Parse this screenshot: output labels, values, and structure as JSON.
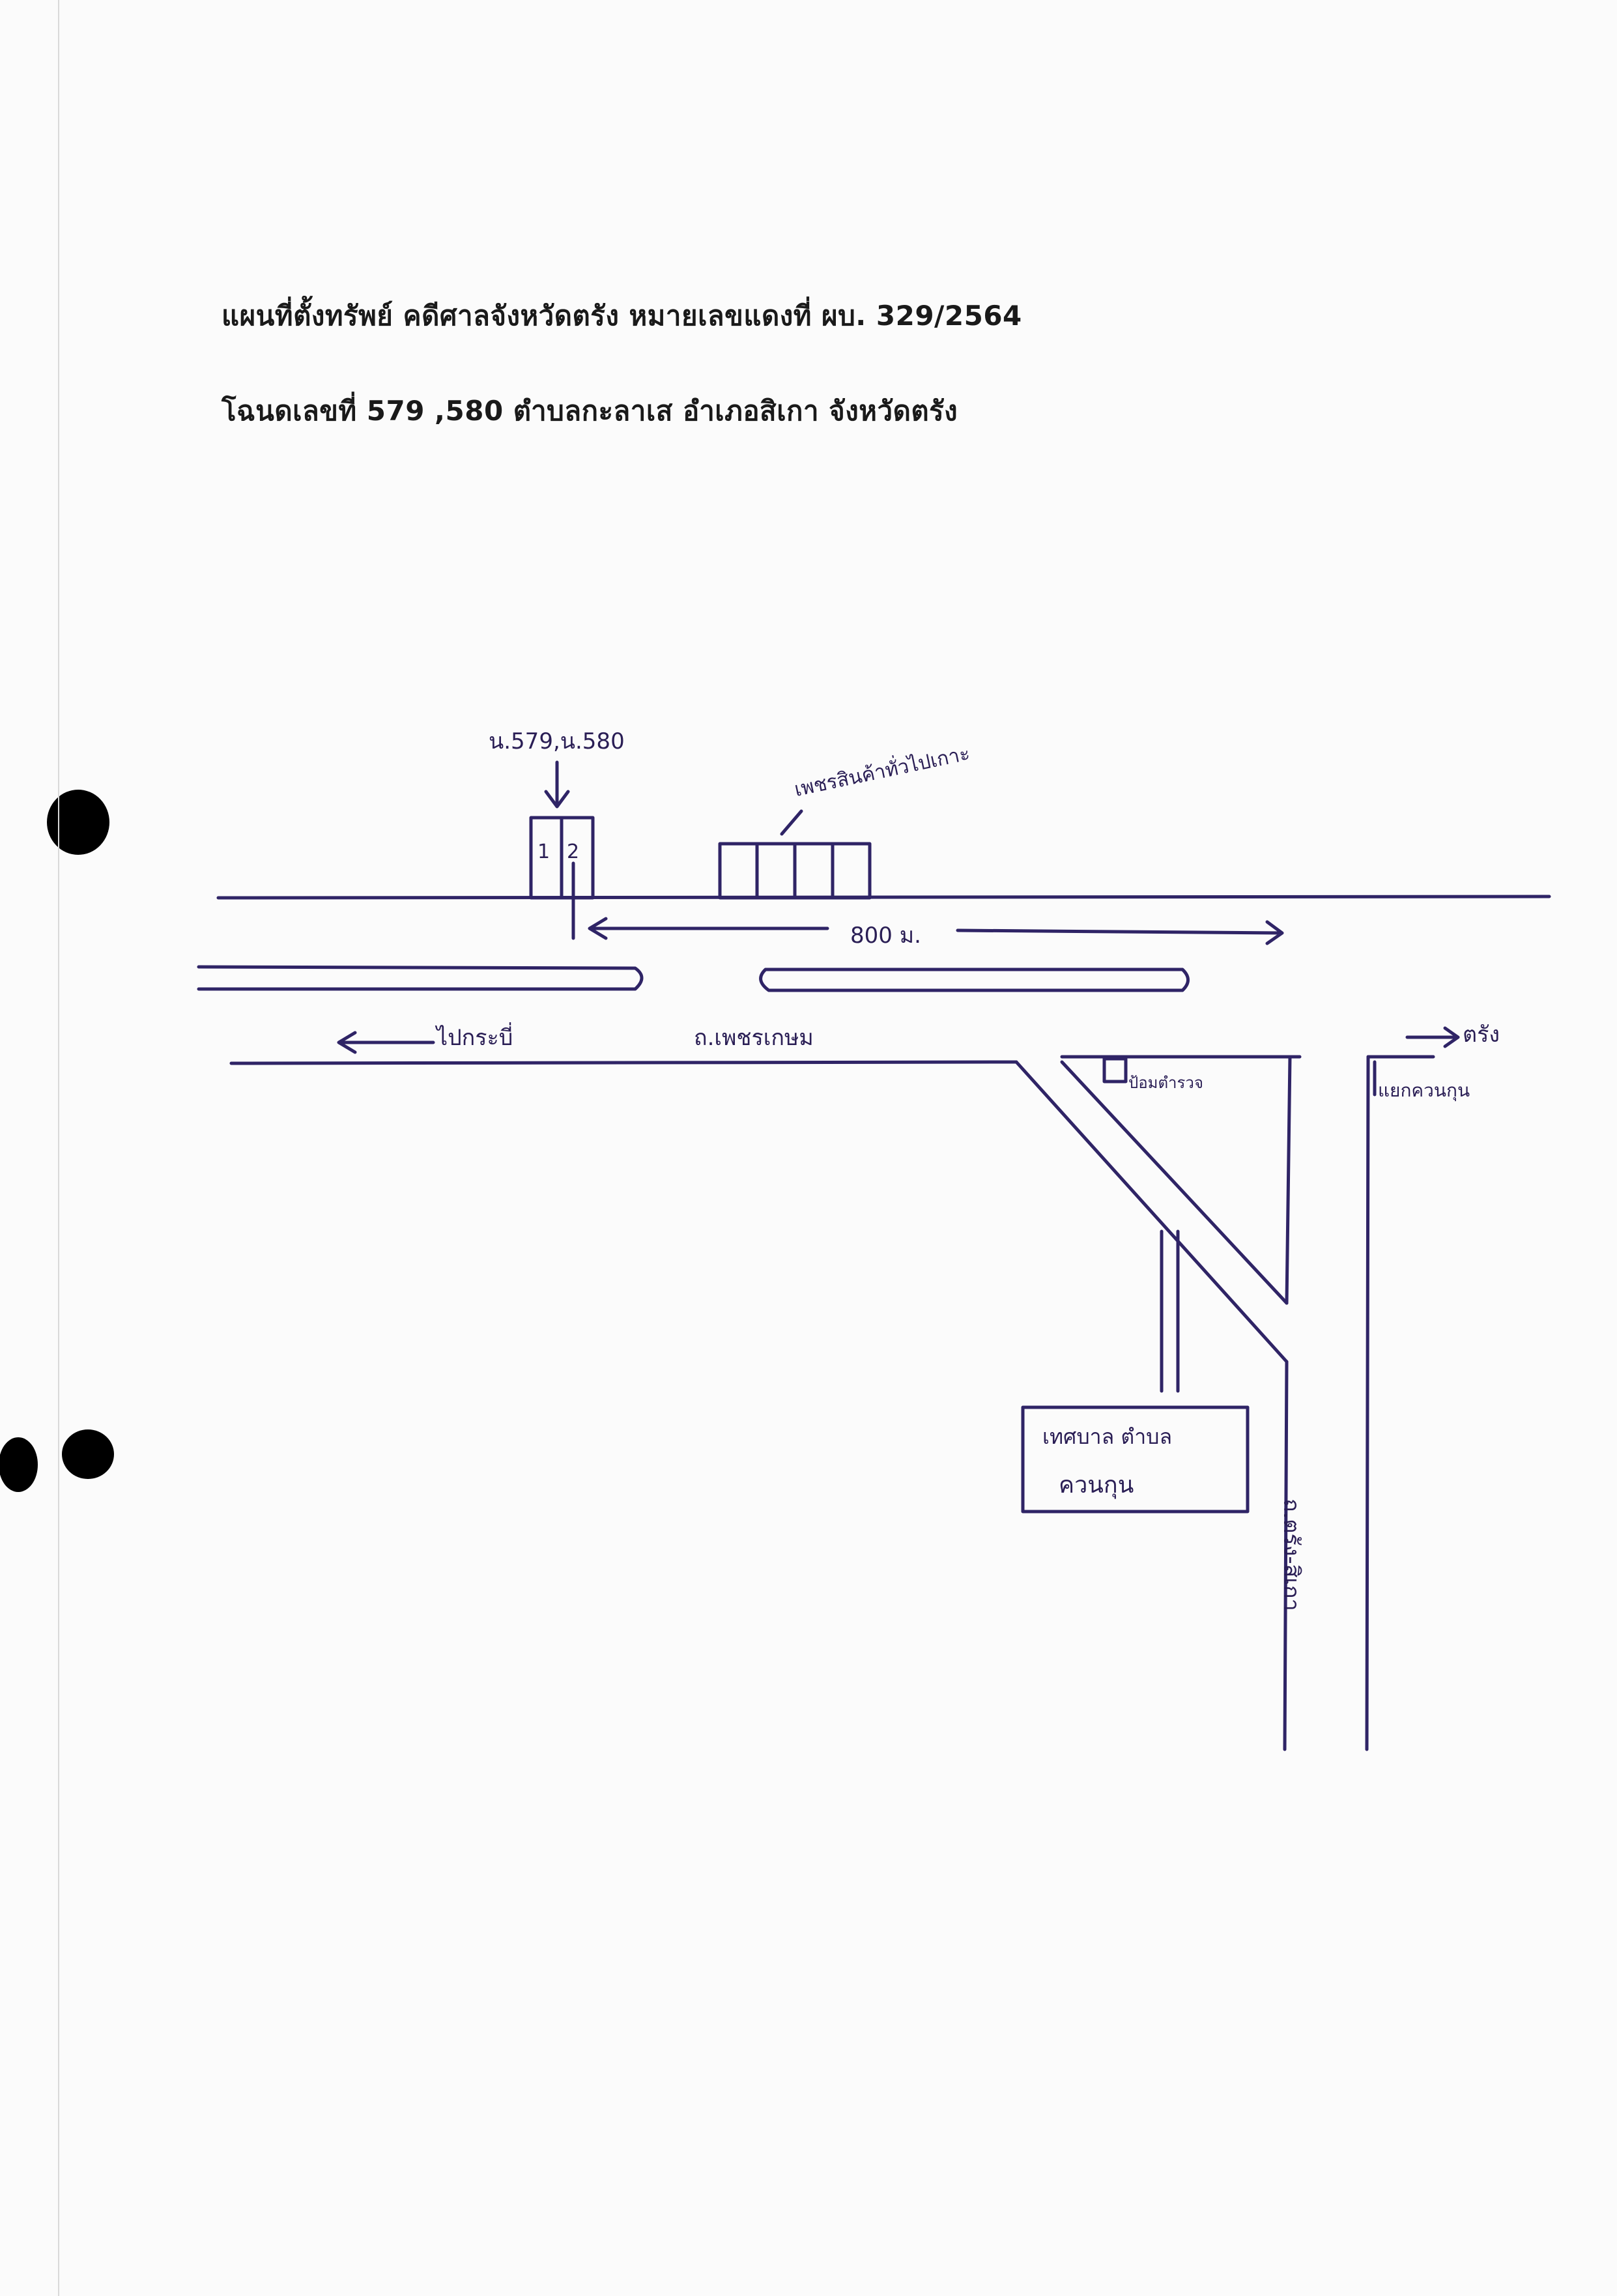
{
  "header": {
    "title": "แผนที่ตั้งทรัพย์ คดีศาลจังหวัดตรัง หมายเลขแดงที่ ผบ. 329/2564",
    "subtitle": "โฉนดเลขที่ 579 ,580 ตำบลกะลาเส อำเภอสิเกา จังหวัดตรัง"
  },
  "map": {
    "parcel_label": "น.579,น.580",
    "parcel_unit_1": "1",
    "parcel_unit_2": "2",
    "shop_label": "เพชรสินค้าทั่วไปเกาะ",
    "distance_label": "800 ม.",
    "road_main_label": "ถ.เพชรเกษม",
    "left_direction_label": "ไปกระบี่",
    "right_direction_label": "ตรัง",
    "junction_label": "แยกควนกุน",
    "police_box_label": "ป้อมตำรวจ",
    "sign_line_1": "เทศบาล ตำบล",
    "sign_line_2": "ควนกุน",
    "side_road_label": "ถ.ตรัง-สิเกา"
  },
  "colors": {
    "ink": "#2f2466",
    "text": "#1a1a1a",
    "punch_hole": "#000000",
    "paper": "#fbfbfb"
  }
}
